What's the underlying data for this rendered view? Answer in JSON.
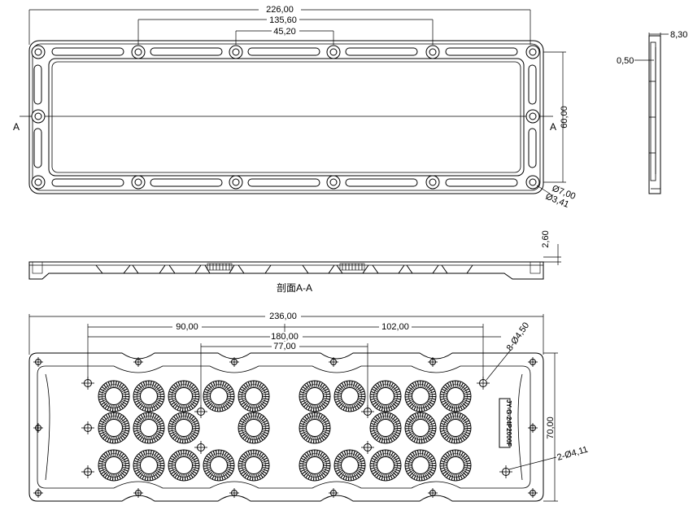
{
  "top_view": {
    "dims": {
      "overall_width": "226,00",
      "hole_span_outer": "135,60",
      "hole_span_inner": "45,20",
      "height": "60,00",
      "hole_outer_dia": "Ø7,00",
      "hole_inner_dia": "Ø3,41"
    },
    "section_marker_left": "A",
    "section_marker_right": "A"
  },
  "side_view": {
    "dims": {
      "thickness": "8,30",
      "lip": "0,50"
    }
  },
  "section_view": {
    "dims": {
      "depth": "2,60"
    },
    "caption": "剖面A-A"
  },
  "bottom_view": {
    "dims": {
      "overall_width": "236,00",
      "left_span": "90,00",
      "right_span": "102,00",
      "mount_span": "180,00",
      "center_span": "77,00",
      "height": "70,00",
      "holes_8": "8-Ø4,50",
      "holes_2": "2-Ø4,11"
    },
    "part_label": "JY-G-24P2000F"
  }
}
